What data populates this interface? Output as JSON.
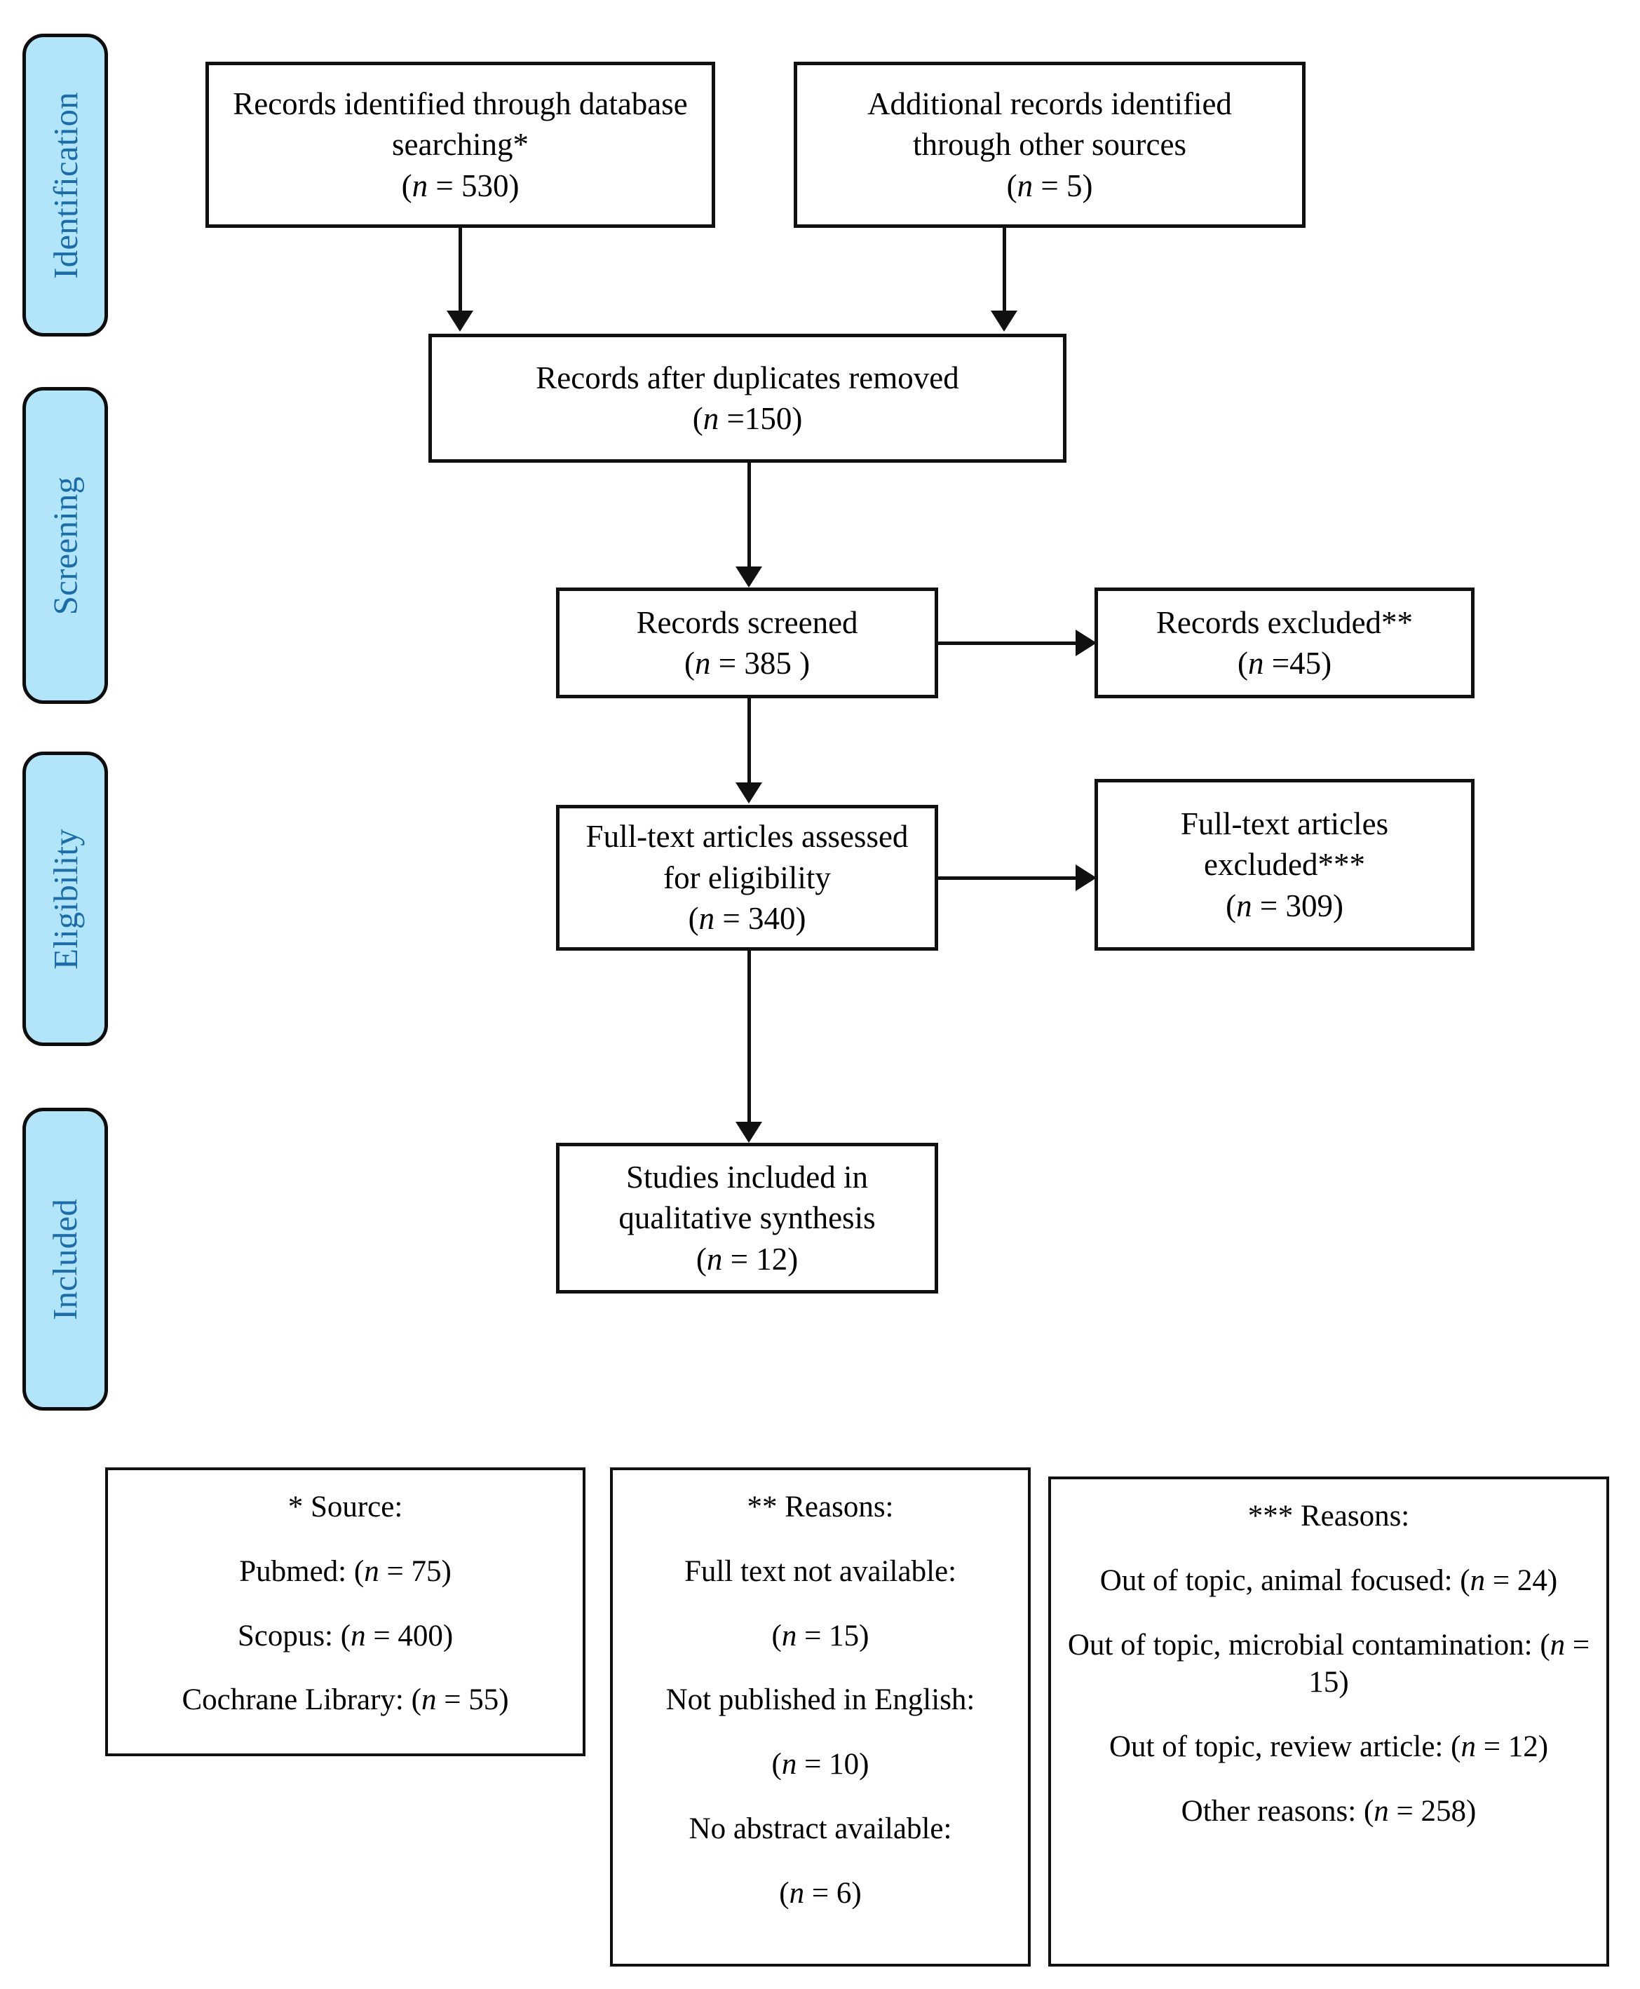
{
  "diagram": {
    "title": "PRISMA flow diagram",
    "accent_pill_fill": "#b3e5fa",
    "accent_pill_text": "#1c6ca8",
    "border_color": "#111111",
    "background": "#ffffff"
  },
  "stages": [
    {
      "label": "Identification"
    },
    {
      "label": "Screening"
    },
    {
      "label": "Eligibility"
    },
    {
      "label": "Included"
    }
  ],
  "boxes": {
    "identified_database": {
      "lines": [
        "Records identified through database",
        "searching*",
        "(n = 530)"
      ],
      "count": 530
    },
    "identified_other": {
      "lines": [
        "Additional records identified",
        "through other sources",
        "(n = 5)"
      ],
      "count": 5
    },
    "after_duplicates": {
      "lines": [
        "Records after duplicates removed",
        "(n =150)"
      ],
      "count": 150
    },
    "records_screened": {
      "lines": [
        "Records screened",
        "(n = 385 )"
      ],
      "count": 385
    },
    "records_excluded": {
      "lines": [
        "Records excluded**",
        "(n =45)"
      ],
      "count": 45
    },
    "fulltext_assessed": {
      "lines": [
        "Full-text articles assessed",
        "for eligibility",
        "(n = 340)"
      ],
      "count": 340
    },
    "fulltext_excluded": {
      "lines": [
        "Full-text articles",
        "excluded***",
        "(n = 309)"
      ],
      "count": 309
    },
    "studies_included": {
      "lines": [
        "Studies included in",
        "qualitative synthesis",
        "(n = 12)"
      ],
      "count": 12
    }
  },
  "notes": {
    "source": {
      "title": "* Source:",
      "items": [
        "Pubmed: (n = 75)",
        "Scopus: (n = 400)",
        "Cochrane Library: (n = 55)"
      ],
      "values": [
        75,
        400,
        55
      ]
    },
    "reasons_screening": {
      "title": "** Reasons:",
      "items": [
        "Full text not available:",
        "(n = 15)",
        "Not published in English:",
        "(n = 10)",
        "No abstract available:",
        "(n = 6)"
      ],
      "values": [
        15,
        10,
        6
      ]
    },
    "reasons_fulltext": {
      "title": "*** Reasons:",
      "items": [
        "Out of topic, animal focused: (n = 24)",
        "Out of topic, microbial contamination: (n = 15)",
        "Out of topic, review article: (n = 12)",
        "Other reasons: (n = 258)"
      ],
      "values": [
        24,
        15,
        12,
        258
      ]
    }
  }
}
